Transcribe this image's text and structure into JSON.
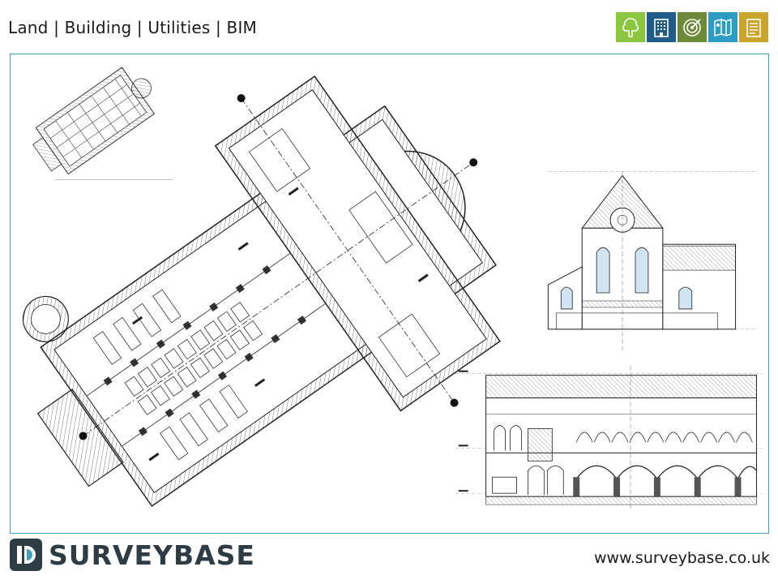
{
  "header": {
    "title": "Land | Building | Utilities | BIM"
  },
  "icons": [
    {
      "name": "land-icon",
      "color": "#8cc63e"
    },
    {
      "name": "building-icon",
      "color": "#1f5d86"
    },
    {
      "name": "utilities-icon",
      "color": "#6d8a3a"
    },
    {
      "name": "bim-icon",
      "color": "#2b9cc4"
    },
    {
      "name": "document-icon",
      "color": "#c9a52c"
    }
  ],
  "colors": {
    "frame_border": "#3aa0c4",
    "brand_dark": "#2e3c45",
    "brand_blue": "#3aa0c4"
  },
  "footer": {
    "brand": "SURVEYBASE",
    "website": "www.surveybase.co.uk"
  }
}
